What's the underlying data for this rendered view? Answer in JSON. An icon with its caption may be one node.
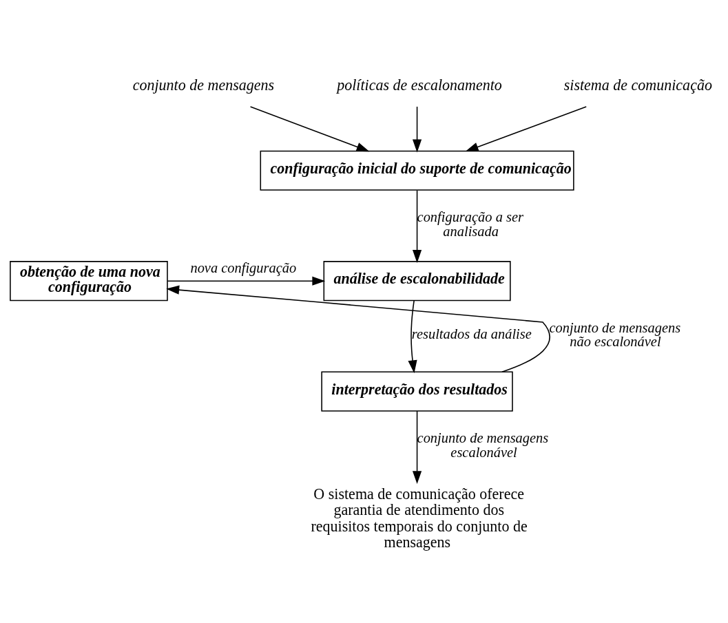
{
  "diagram": {
    "nodes": [
      {
        "text": [
          "conjunto de mensagens"
        ]
      },
      {
        "text": [
          "políticas de escalonamento"
        ]
      },
      {
        "text": [
          "sistema de comunicação"
        ]
      },
      {
        "text": [
          "configuração inicial do suporte de comunicação"
        ]
      },
      {
        "text": [
          "obtenção de uma nova configuração"
        ]
      },
      {
        "text": [
          "análise de escalonabilidade"
        ]
      },
      {
        "text": [
          "interpretação dos resultados"
        ]
      },
      {
        "text": [
          "O sistema de comunicação oferece garantia de atendimento dos requisitos temporais do conjunto de mensagens"
        ]
      }
    ],
    "edges": [
      {
        "from": 0,
        "to": 3,
        "arrow": "to"
      },
      {
        "from": 1,
        "to": 3,
        "arrow": "to"
      },
      {
        "from": 2,
        "to": 3,
        "arrow": "to"
      },
      {
        "from": 3,
        "to": 5,
        "arrow": "to",
        "label": "configuração a ser analisada"
      },
      {
        "from": 4,
        "to": 5,
        "arrow": "to",
        "label": "nova configuração"
      },
      {
        "from": 5,
        "to": 6,
        "arrow": "to",
        "label": "resultados da análise"
      },
      {
        "from": 6,
        "to": 4,
        "arrow": "to",
        "label": "conjunto de mensagens não escalonável"
      },
      {
        "from": 6,
        "to": 7,
        "arrow": "to",
        "label": "conjunto de mensagens escalonável"
      }
    ]
  }
}
